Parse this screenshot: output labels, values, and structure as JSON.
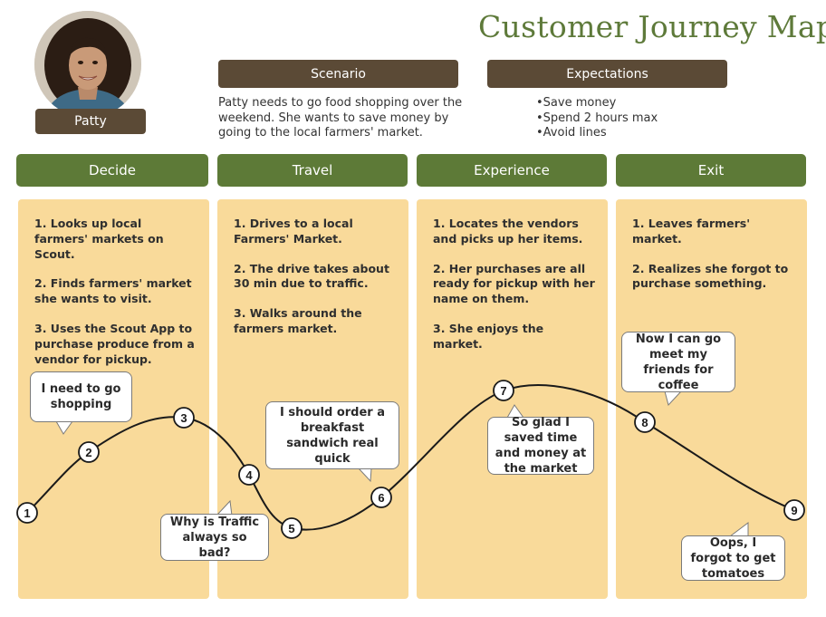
{
  "title": "Customer Journey Map",
  "persona": {
    "name": "Patty"
  },
  "scenario": {
    "heading": "Scenario",
    "text": "Patty needs to go food shopping over the weekend. She wants to save money by going to the local farmers' market."
  },
  "expectations": {
    "heading": "Expectations",
    "items": [
      "Save money",
      "Spend 2 hours max",
      "Avoid lines"
    ]
  },
  "stages": [
    {
      "label": "Decide",
      "steps": [
        "1. Looks up local farmers' markets on Scout.",
        "2. Finds farmers' market she wants to visit.",
        "3. Uses the Scout App to purchase produce from a vendor for pickup."
      ]
    },
    {
      "label": "Travel",
      "steps": [
        "1. Drives to a local Farmers' Market.",
        "2. The drive takes about 30 min due to traffic.",
        "3. Walks around the farmers market."
      ]
    },
    {
      "label": "Experience",
      "steps": [
        "1. Locates the vendors and picks up her items.",
        "2. Her purchases are all ready for pickup with her name on them.",
        "3. She enjoys the market."
      ]
    },
    {
      "label": "Exit",
      "steps": [
        "1. Leaves farmers' market.",
        "2. Realizes she forgot to purchase something."
      ]
    }
  ],
  "touchpoints": [
    "1",
    "2",
    "3",
    "4",
    "5",
    "6",
    "7",
    "8",
    "9"
  ],
  "bubbles": [
    "I need to go shopping",
    "Why is Traffic always so bad?",
    "I should order a breakfast sandwich real quick",
    "So glad I saved time and money at the market",
    "Now I can go meet my friends for coffee",
    "Oops, I forgot to get tomatoes"
  ]
}
